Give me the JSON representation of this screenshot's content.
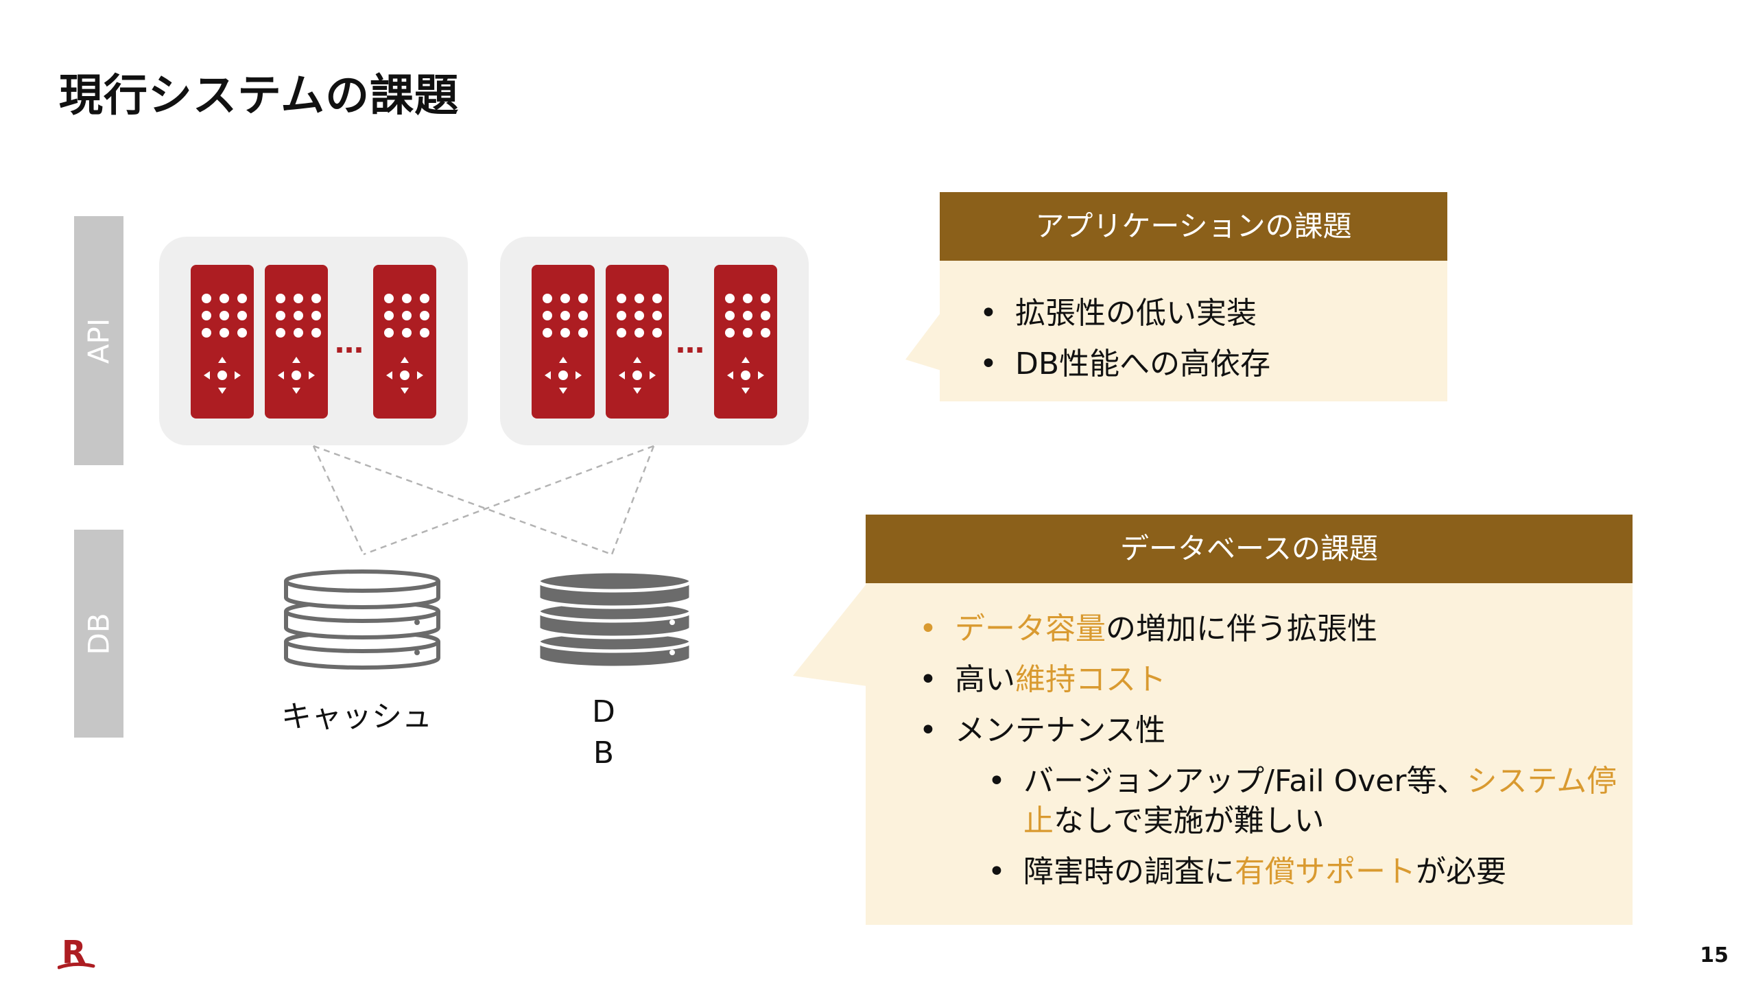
{
  "title": "現行システムの課題",
  "layers": {
    "api": "API",
    "db": "DB"
  },
  "diagram": {
    "ellipsis": "…",
    "cache_label": "キャッシュ",
    "db_label": "D\nB"
  },
  "app_issues": {
    "heading": "アプリケーションの課題",
    "items": [
      "拡張性の低い実装",
      "DB性能への高依存"
    ]
  },
  "db_issues": {
    "heading": "データベースの課題",
    "item1": {
      "hl": "データ容量",
      "rest": "の増加に伴う拡張性"
    },
    "item2": {
      "pre": "高い",
      "hl": "維持コスト"
    },
    "item3": "メンテナンス性",
    "sub1": {
      "pre": "バージョンアップ/Fail Over等、",
      "hl": "システム停止",
      "post": "なしで実施が難しい"
    },
    "sub2": {
      "pre": "障害時の調査に",
      "hl": "有償サポート",
      "post": "が必要"
    }
  },
  "colors": {
    "accent_red": "#ad1d22",
    "gold_header": "#8b601a",
    "callout_bg": "#fcf2dc",
    "highlight": "#d99a30",
    "layer_gray": "#c6c6c6"
  },
  "logo_letter": "R",
  "page_number": "15"
}
